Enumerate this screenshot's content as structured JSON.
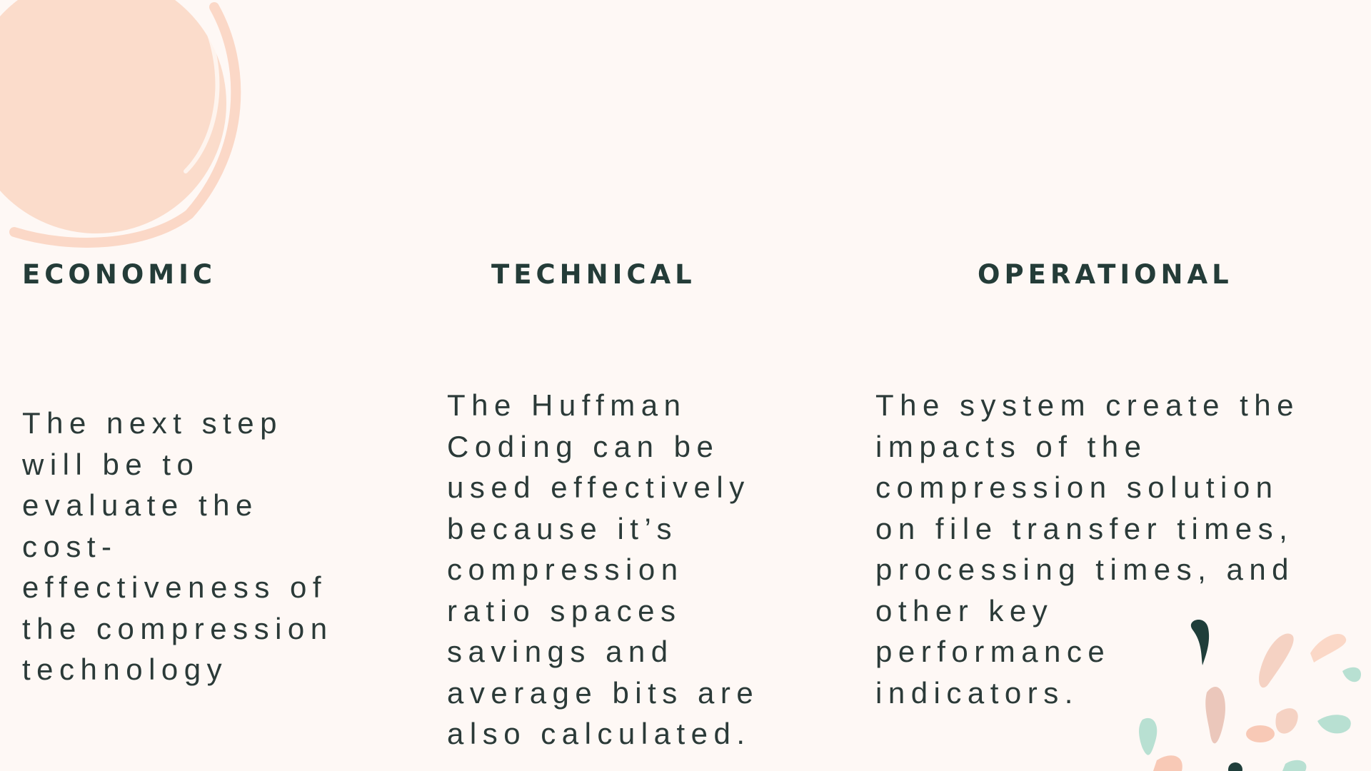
{
  "colors": {
    "background": "#fef8f5",
    "heading": "#243c38",
    "body_text": "#2b3a38",
    "accent_peach": "#fbd8c7",
    "accent_mint": "#b8e0d2",
    "accent_dark": "#1f3e3a"
  },
  "decorations": {
    "top_left": "peach-brush-circle",
    "bottom_right": "confetti-shapes"
  },
  "columns": [
    {
      "heading": "ECONOMIC",
      "body": " The next step\nwill be to\nevaluate the\ncost-\neffectiveness of\nthe compression\ntechnology"
    },
    {
      "heading": "TECHNICAL",
      "body": " The Huffman\nCoding can be\nused effectively\nbecause it’s\ncompression\nratio spaces\nsavings and\naverage bits are\nalso calculated."
    },
    {
      "heading": "OPERATIONAL",
      "body": "The system create the\nimpacts of the\ncompression solution\non file transfer times,\nprocessing times, and\nother key\nperformance\nindicators."
    }
  ]
}
